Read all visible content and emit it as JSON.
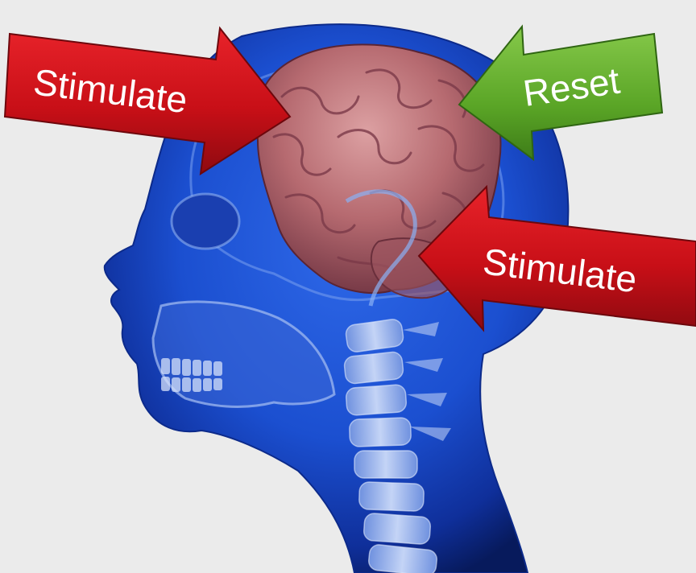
{
  "arrows": {
    "top_left": {
      "label": "Stimulate",
      "color": "#d7121a"
    },
    "top_right": {
      "label": "Reset",
      "color": "#6db52f"
    },
    "bottom_right": {
      "label": "Stimulate",
      "color": "#d7121a"
    }
  },
  "illustration": {
    "subject": "x-ray-head-with-brain",
    "colors": {
      "background": "#ebebeb",
      "head": "#1f56d6",
      "brain": "#b86a6f",
      "spine": "#9fb8ef"
    }
  }
}
